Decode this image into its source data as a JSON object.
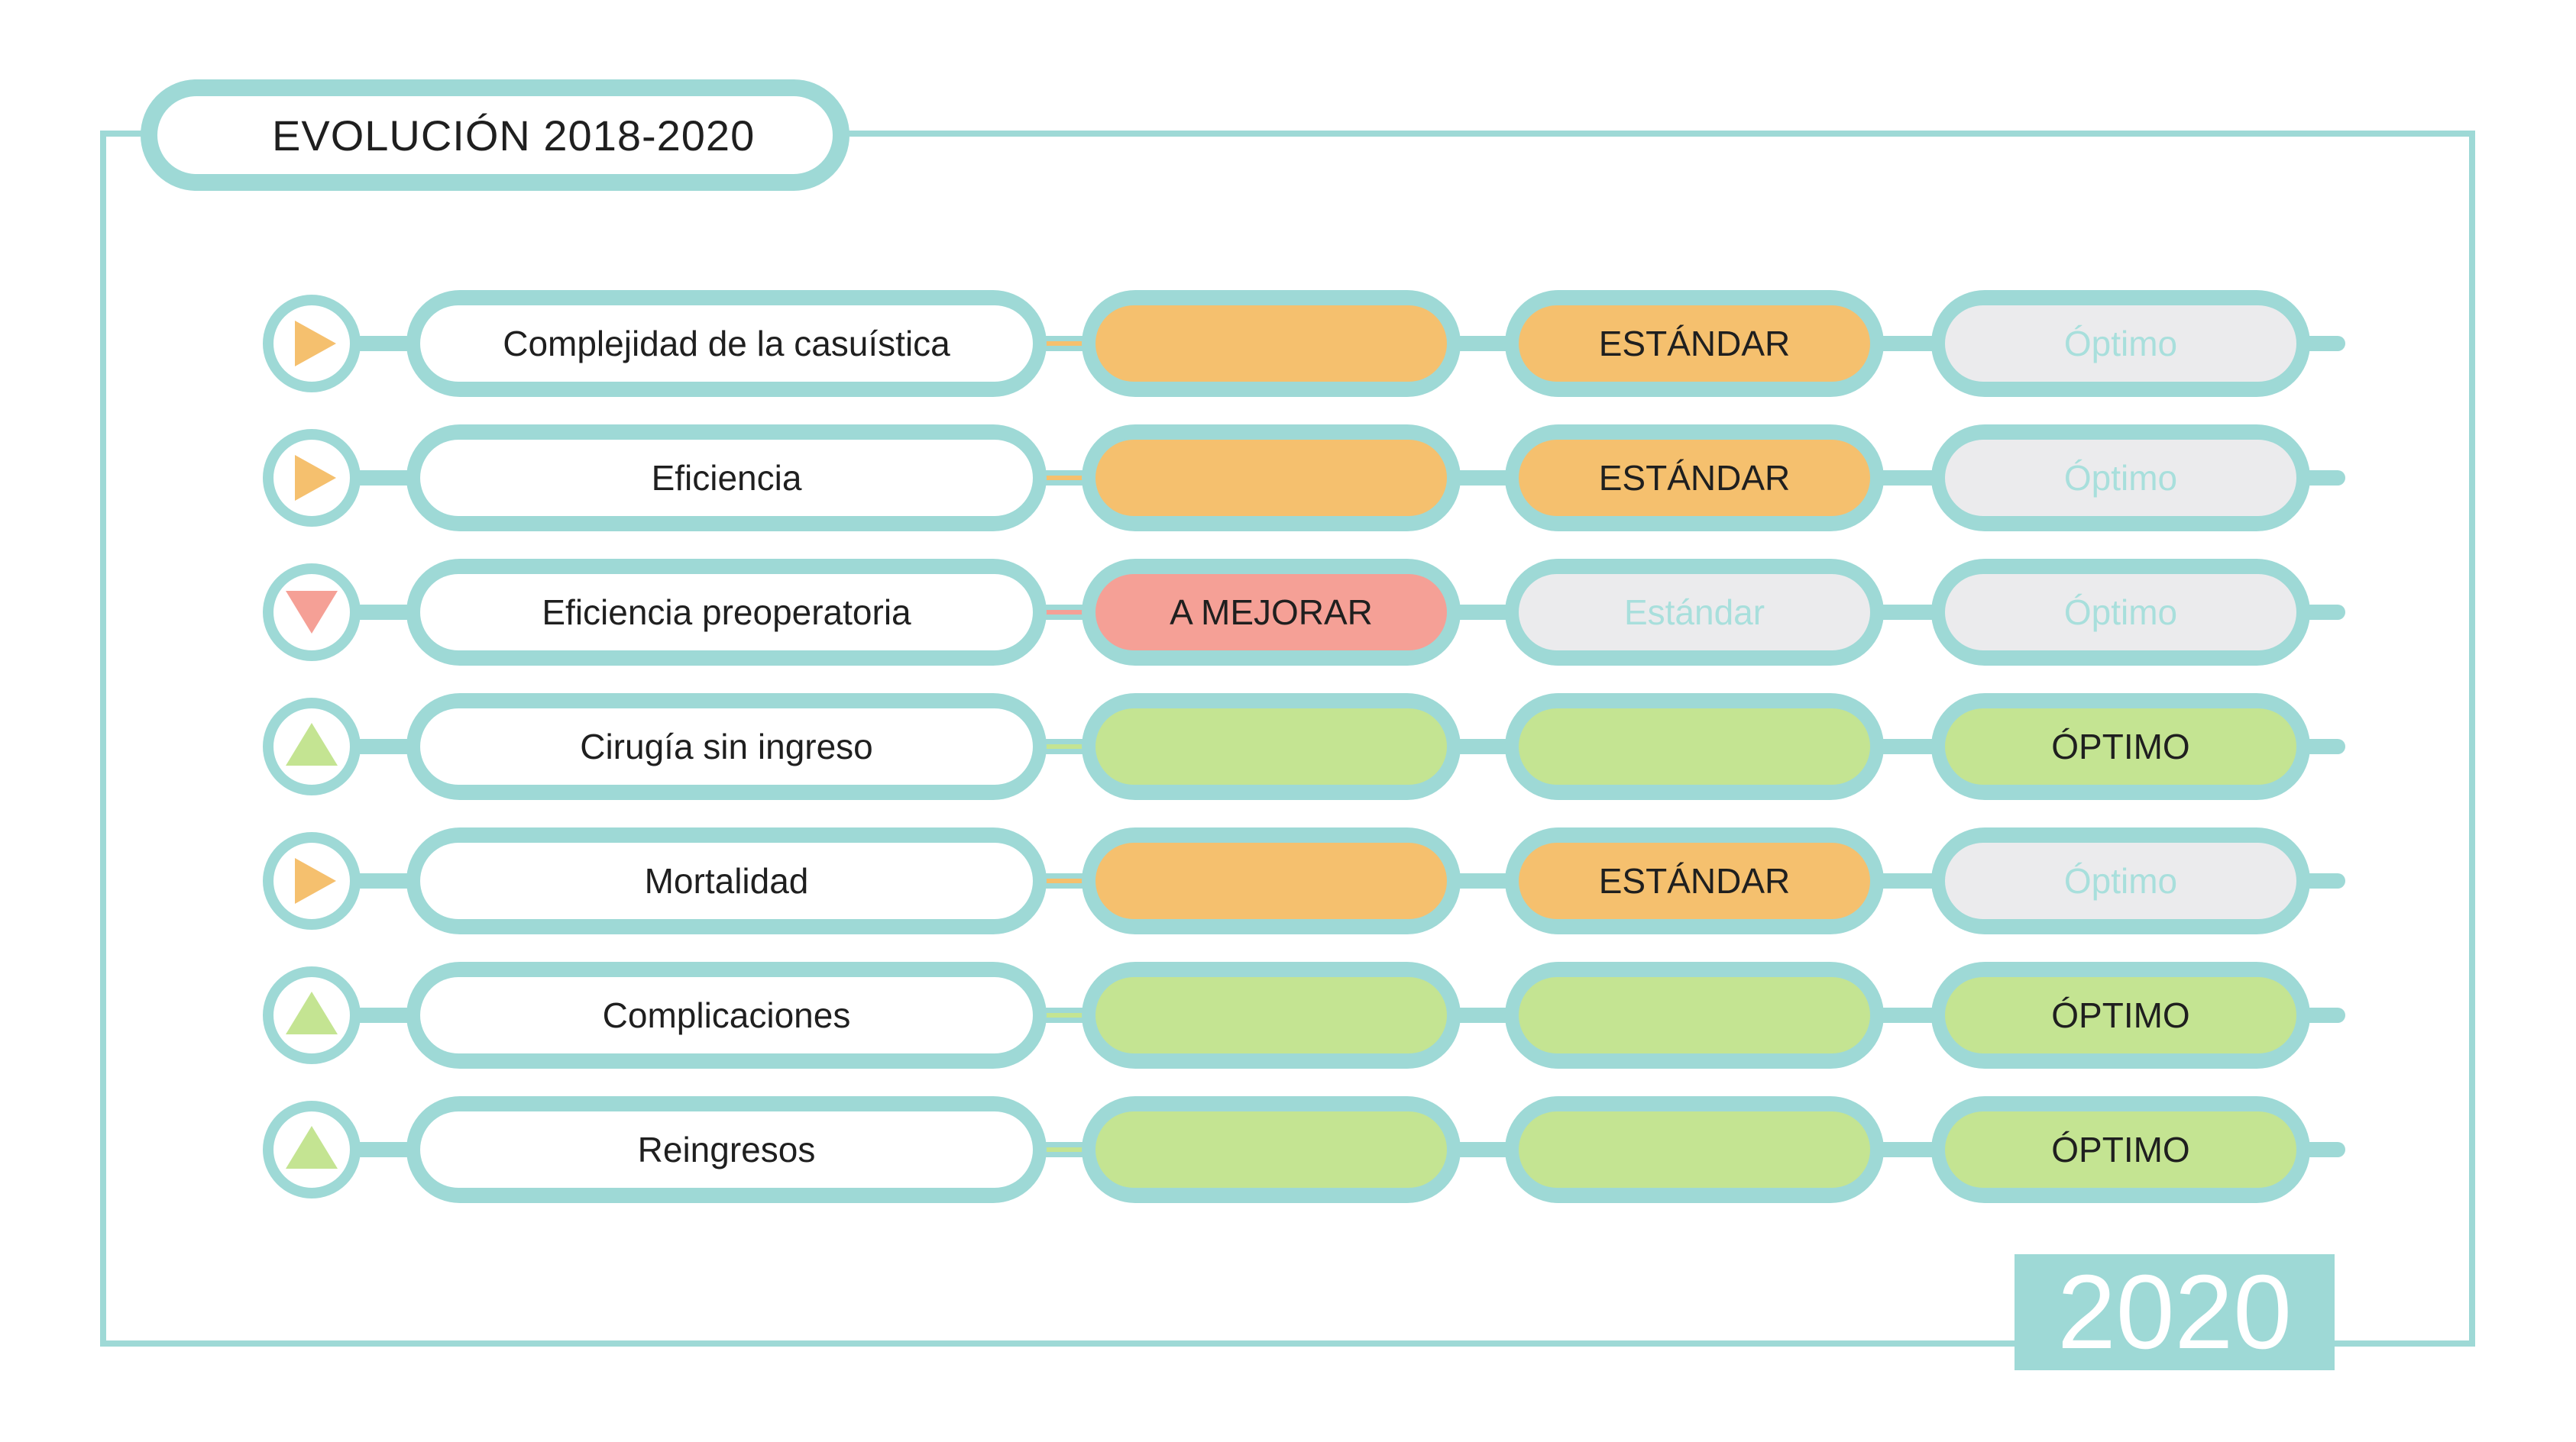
{
  "title": "EVOLUCIÓN 2018-2020",
  "year": "2020",
  "colors": {
    "frame": "#9ed9d6",
    "orange": "#f5c06e",
    "red": "#f5a096",
    "green": "#c4e492",
    "inactive": "#ebebed",
    "inactive_text": "#a8dfdc"
  },
  "rows": [
    {
      "label": "Complejidad de la casuística",
      "trend": "right",
      "stage1_text": "",
      "stage2_text": "ESTÁNDAR",
      "stage3_text": "Óptimo",
      "stage1_color": "orange",
      "stage2_color": "orange",
      "stage3_color": "inactive"
    },
    {
      "label": "Eficiencia",
      "trend": "right",
      "stage1_text": "",
      "stage2_text": "ESTÁNDAR",
      "stage3_text": "Óptimo",
      "stage1_color": "orange",
      "stage2_color": "orange",
      "stage3_color": "inactive"
    },
    {
      "label": "Eficiencia preoperatoria",
      "trend": "down",
      "stage1_text": "A MEJORAR",
      "stage2_text": "Estándar",
      "stage3_text": "Óptimo",
      "stage1_color": "red",
      "stage2_color": "inactive",
      "stage3_color": "inactive"
    },
    {
      "label": "Cirugía sin ingreso",
      "trend": "up",
      "stage1_text": "",
      "stage2_text": "",
      "stage3_text": "ÓPTIMO",
      "stage1_color": "green",
      "stage2_color": "green",
      "stage3_color": "green"
    },
    {
      "label": "Mortalidad",
      "trend": "right",
      "stage1_text": "",
      "stage2_text": "ESTÁNDAR",
      "stage3_text": "Óptimo",
      "stage1_color": "orange",
      "stage2_color": "orange",
      "stage3_color": "inactive"
    },
    {
      "label": "Complicaciones",
      "trend": "up",
      "stage1_text": "",
      "stage2_text": "",
      "stage3_text": "ÓPTIMO",
      "stage1_color": "green",
      "stage2_color": "green",
      "stage3_color": "green"
    },
    {
      "label": "Reingresos",
      "trend": "up",
      "stage1_text": "",
      "stage2_text": "",
      "stage3_text": "ÓPTIMO",
      "stage1_color": "green",
      "stage2_color": "green",
      "stage3_color": "green"
    }
  ]
}
